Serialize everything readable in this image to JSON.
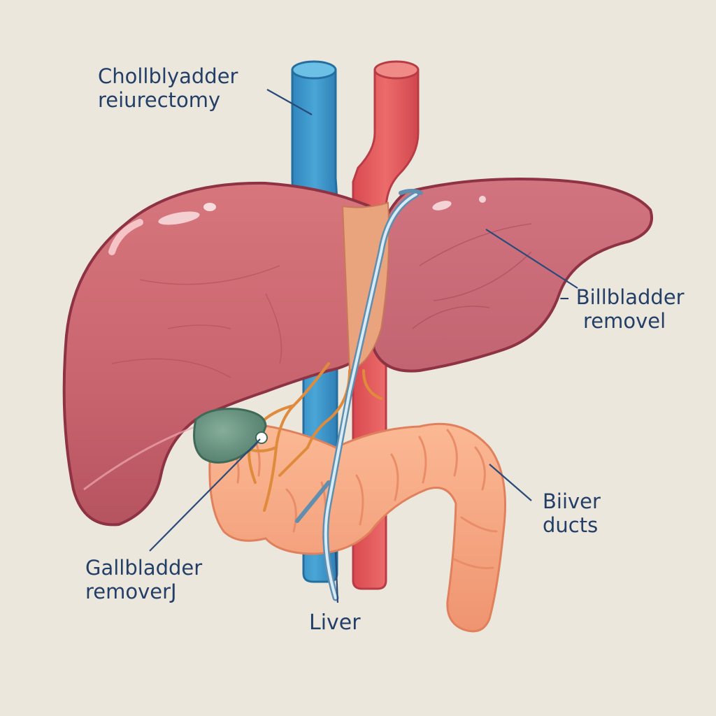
{
  "labels": {
    "top_left": {
      "line1": "Chollblyadder",
      "line2": "reiurectomy"
    },
    "right": {
      "line1": "– Billbladder",
      "line2": "removel"
    },
    "lower_right": {
      "line1": "Biiver",
      "line2": "ducts"
    },
    "bottom_left": {
      "line1": "Gallbladder",
      "line2": "removerJ"
    },
    "bottom_center": {
      "line1": "Liver"
    }
  },
  "colors": {
    "background": "#ece7dc",
    "liver": "#c8646e",
    "liver_outline": "#8e3343",
    "vein": "#3d95c8",
    "artery": "#e0545a",
    "intestine": "#f6a47e",
    "gallbladder": "#5f8d78",
    "bile_duct": "#e08a3c",
    "label_text": "#233f68",
    "leader_line": "#2a4a7a"
  }
}
